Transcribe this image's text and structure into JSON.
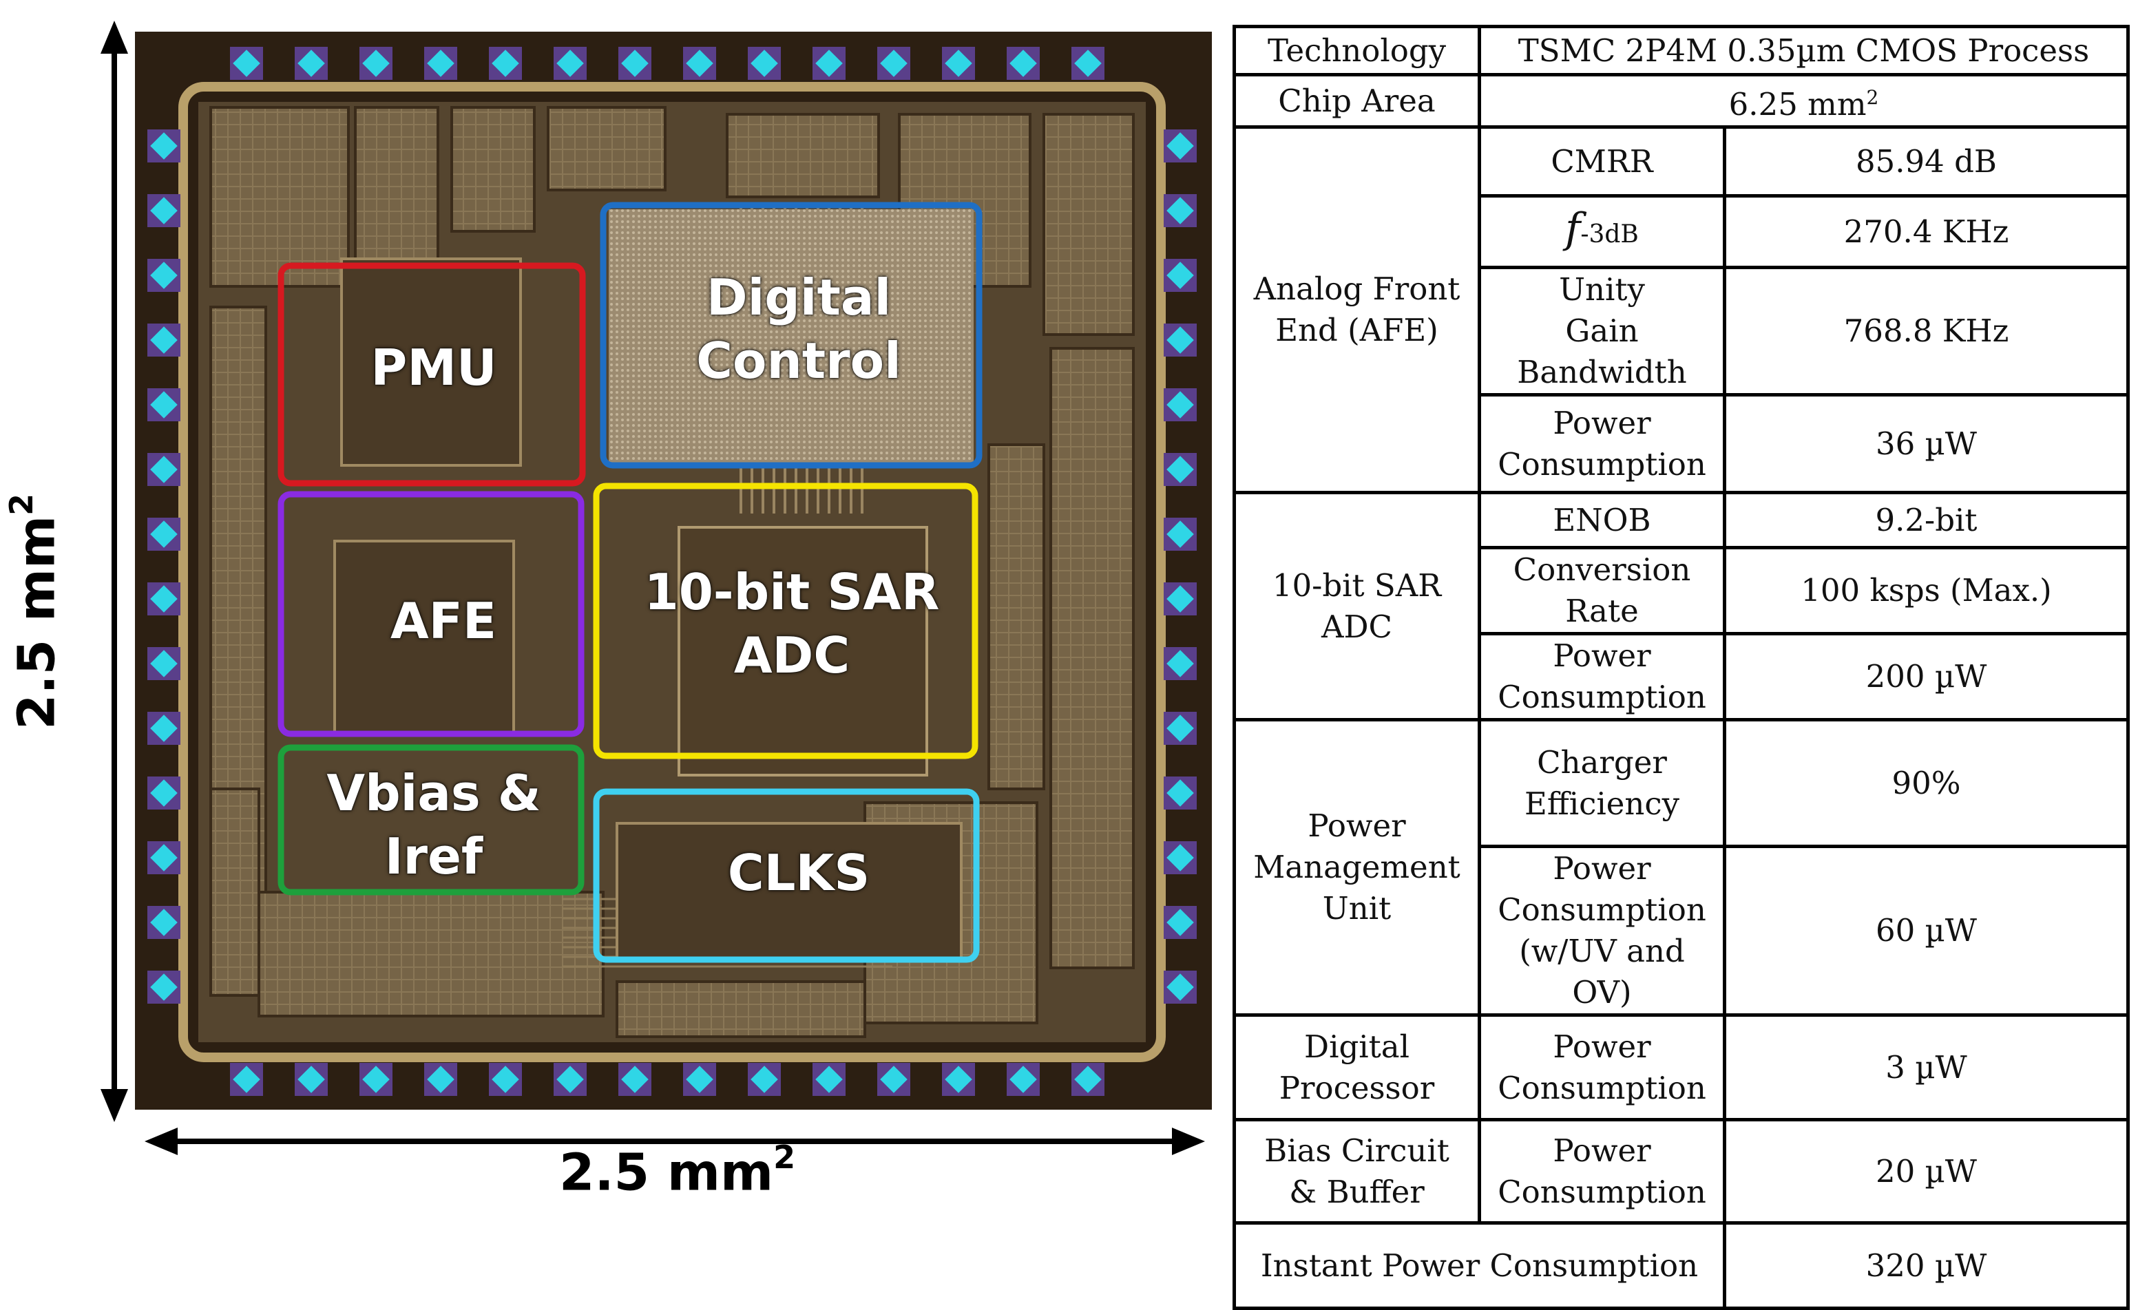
{
  "chip": {
    "blocks": [
      {
        "name": "pmu-block",
        "label": "PMU",
        "color": "#d71920"
      },
      {
        "name": "digital-control-block",
        "label": "Digital\nControl",
        "color": "#1f6fc5"
      },
      {
        "name": "afe-block",
        "label": "AFE",
        "color": "#8a2be2"
      },
      {
        "name": "sar-adc-block",
        "label": "10-bit SAR\nADC",
        "color": "#f5e400"
      },
      {
        "name": "vbias-iref-block",
        "label": "Vbias &\nIref",
        "color": "#1ea03c"
      },
      {
        "name": "clks-block",
        "label": "CLKS",
        "color": "#3fd0f0"
      }
    ],
    "pad_color": "#2fd6e6",
    "die_color": "#6b5a3e"
  },
  "dimensions": {
    "vertical": {
      "value": "2.5 mm",
      "sup": "2"
    },
    "horizontal": {
      "value": "2.5 mm",
      "sup": "2"
    }
  },
  "table": {
    "technology": {
      "label": "Technology",
      "value": "TSMC 2P4M 0.35µm CMOS Process"
    },
    "chip_area": {
      "label": "Chip Area",
      "value": "6.25 mm",
      "sup": "2"
    },
    "afe": {
      "group": "Analog Front\nEnd (AFE)",
      "cmrr": {
        "label": "CMRR",
        "value": "85.94 dB"
      },
      "f3db": {
        "symbol": "f",
        "subscript": "-3dB",
        "value": "270.4 KHz"
      },
      "ugb": {
        "label": "Unity\nGain Bandwidth",
        "value": "768.8 KHz"
      },
      "power": {
        "label": "Power\nConsumption",
        "value": "36 µW"
      }
    },
    "adc": {
      "group": "10-bit SAR\nADC",
      "enob": {
        "label": "ENOB",
        "value": "9.2-bit"
      },
      "rate": {
        "label": "Conversion Rate",
        "value": "100 ksps (Max.)"
      },
      "power": {
        "label": "Power\nConsumption",
        "value": "200 µW"
      }
    },
    "pmu": {
      "group": "Power\nManagement\nUnit",
      "efficiency": {
        "label": "Charger\nEfficiency",
        "value": "90%"
      },
      "power": {
        "label": "Power\nConsumption\n(w/UV and OV)",
        "value": "60 µW"
      }
    },
    "digital": {
      "group": "Digital\nProcessor",
      "power": {
        "label": "Power\nConsumption",
        "value": "3 µW"
      }
    },
    "bias": {
      "group": "Bias Circuit\n& Buffer",
      "power": {
        "label": "Power\nConsumption",
        "value": "20 µW"
      }
    },
    "instant": {
      "label": "Instant Power Consumption",
      "value": "320 µW"
    }
  }
}
